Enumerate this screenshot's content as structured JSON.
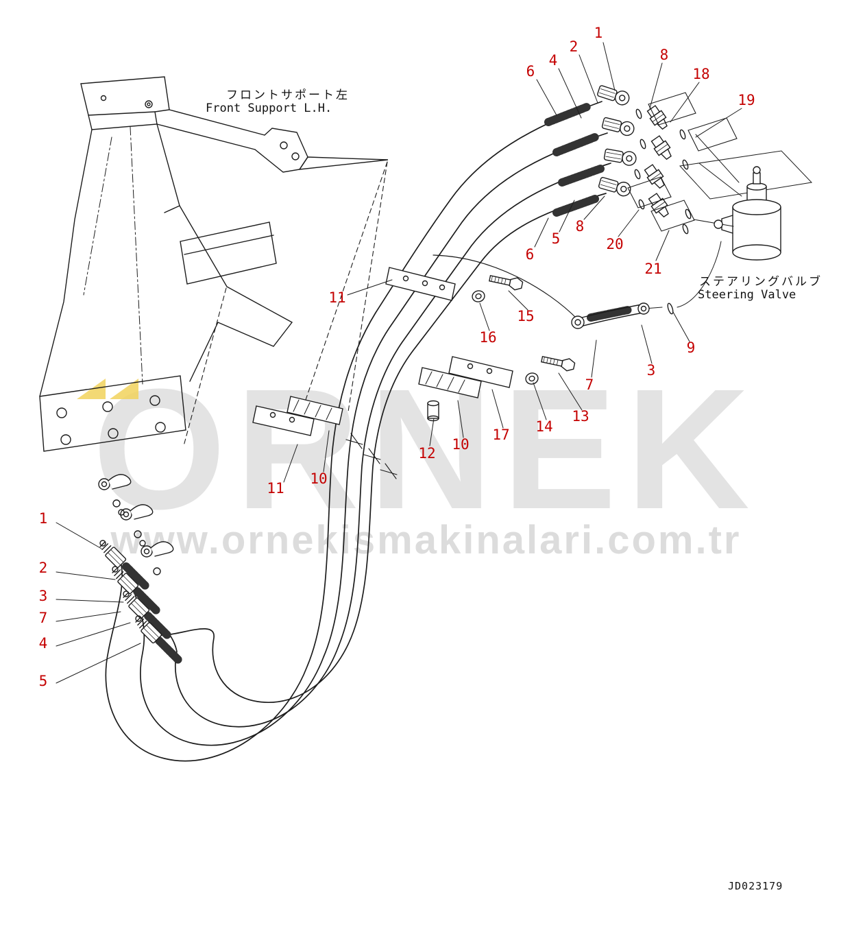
{
  "watermark": {
    "title": "ORNEK",
    "url": "www.ornekismakinalari.com.tr",
    "gray_color": "#d2d2d2",
    "logo_yellow": "#f2d35c"
  },
  "page": {
    "drawing_number": "JD023179",
    "callout_color": "#c40000",
    "line_color": "#1c1c1c"
  },
  "labels": {
    "front_support_jp": "フロントサポート左",
    "front_support_en": "Front Support L.H.",
    "steering_valve_jp": "ステアリングバルブ",
    "steering_valve_en": "Steering Valve"
  },
  "callouts": [
    {
      "label": "1"
    },
    {
      "label": "2"
    },
    {
      "label": "4"
    },
    {
      "label": "6"
    },
    {
      "label": "8"
    },
    {
      "label": "18"
    },
    {
      "label": "19"
    },
    {
      "label": "5"
    },
    {
      "label": "8"
    },
    {
      "label": "6"
    },
    {
      "label": "20"
    },
    {
      "label": "21"
    },
    {
      "label": "11"
    },
    {
      "label": "16"
    },
    {
      "label": "15"
    },
    {
      "label": "7"
    },
    {
      "label": "3"
    },
    {
      "label": "9"
    },
    {
      "label": "12"
    },
    {
      "label": "10"
    },
    {
      "label": "17"
    },
    {
      "label": "14"
    },
    {
      "label": "13"
    },
    {
      "label": "11"
    },
    {
      "label": "10"
    },
    {
      "label": "1"
    },
    {
      "label": "2"
    },
    {
      "label": "3"
    },
    {
      "label": "7"
    },
    {
      "label": "4"
    },
    {
      "label": "5"
    }
  ]
}
